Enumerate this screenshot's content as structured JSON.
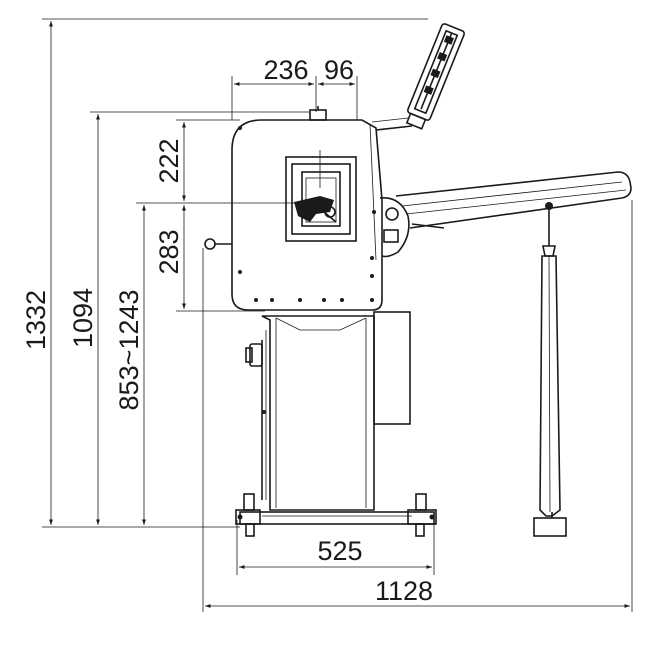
{
  "dimensions": {
    "total_height": "1332",
    "table_height": "1094",
    "adjustable_height": "853~1243",
    "head_upper": "222",
    "head_lower": "283",
    "top_width_left": "236",
    "top_width_right": "96",
    "base_width": "525",
    "total_width": "1128"
  },
  "colors": {
    "line": "#1a1a1a",
    "background": "#ffffff"
  }
}
